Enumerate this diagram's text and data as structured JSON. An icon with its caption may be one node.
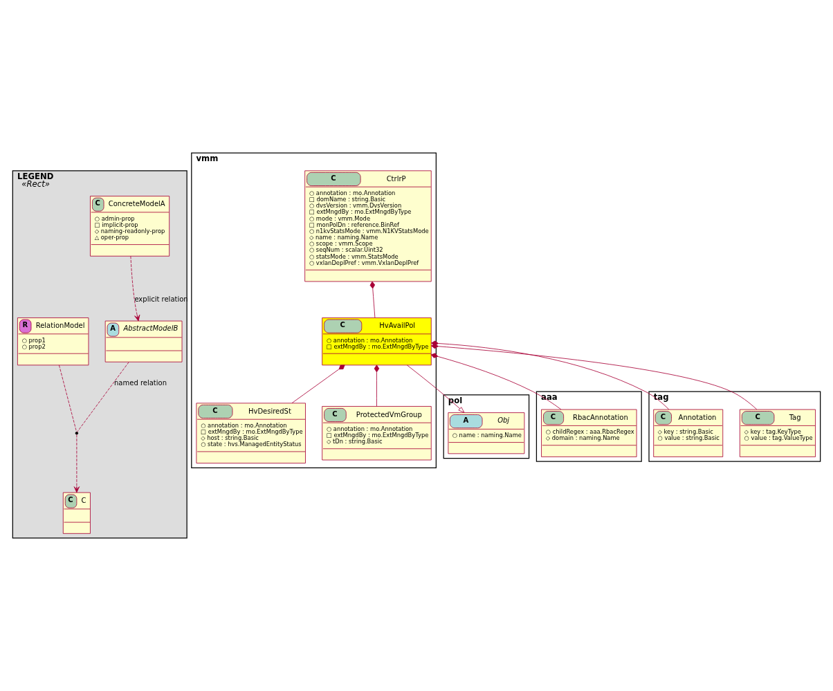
{
  "diagram": {
    "nodes": [
      {
        "text": [
          "LEGEND",
          "«Rect»"
        ]
      },
      {
        "text": [
          "C",
          "ConcreteModelA",
          "○ admin-prop",
          "□ implicit-prop",
          "◇ naming-readonly-prop",
          "△ oper-prop"
        ],
        "in": 0
      },
      {
        "text": [
          "A",
          "AbstractModelB"
        ],
        "in": 0
      },
      {
        "text": [
          "R",
          "RelationModel",
          "○ prop1",
          "○ prop2"
        ],
        "in": 0
      },
      {
        "text": [],
        "shape": "point",
        "in": 0
      },
      {
        "text": [
          "C",
          "C"
        ],
        "in": 0
      },
      {
        "text": [
          "vmm"
        ]
      },
      {
        "text": [
          "C",
          "CtrlrP",
          "○ annotation : mo.Annotation",
          "□ domName : string.Basic",
          "○ dvsVersion : vmm.DvsVersion",
          "□ extMngdBy : mo.ExtMngdByType",
          "○ mode : vmm.Mode",
          "□ monPolDn : reference.BinRef",
          "○ n1kvStatsMode : vmm.N1KVStatsMode",
          "◇ name : naming.Name",
          "○ scope : vmm.Scope",
          "○ seqNum : scalar.Uint32",
          "○ statsMode : vmm.StatsMode",
          "○ vxlanDeplPref : vmm.VxlanDeplPref"
        ],
        "in": 6
      },
      {
        "text": [
          "C",
          "HvAvailPol",
          "○ annotation : mo.Annotation",
          "□ extMngdBy : mo.ExtMngdByType"
        ],
        "in": 6
      },
      {
        "text": [
          "C",
          "HvDesiredSt",
          "○ annotation : mo.Annotation",
          "□ extMngdBy : mo.ExtMngdByType",
          "◇ host : string.Basic",
          "○ state : hvs.ManagedEntityStatus"
        ],
        "in": 6
      },
      {
        "text": [
          "C",
          "ProtectedVmGroup",
          "○ annotation : mo.Annotation",
          "□ extMngdBy : mo.ExtMngdByType",
          "◇ tDn : string.Basic"
        ],
        "in": 6
      },
      {
        "text": [
          "pol"
        ]
      },
      {
        "text": [
          "A",
          "Obj",
          "○ name : naming.Name"
        ],
        "in": 11
      },
      {
        "text": [
          "aaa"
        ]
      },
      {
        "text": [
          "C",
          "RbacAnnotation",
          "○ childRegex : aaa.RbacRegex",
          "◇ domain : naming.Name"
        ],
        "in": 13
      },
      {
        "text": [
          "tag"
        ]
      },
      {
        "text": [
          "C",
          "Annotation",
          "◇ key : string.Basic",
          "○ value : string.Basic"
        ],
        "in": 15
      },
      {
        "text": [
          "C",
          "Tag",
          "◇ key : tag.KeyType",
          "○ value : tag.ValueType"
        ],
        "in": 15
      }
    ],
    "edges": [
      {
        "from": 1,
        "to": 2,
        "arrow": "to",
        "style": "dashed",
        "label": "explicit relation"
      },
      {
        "from": 2,
        "to": 4,
        "arrow": "none",
        "style": "dashed",
        "label": "named relation"
      },
      {
        "from": 4,
        "to": 5,
        "arrow": "to",
        "style": "dashed"
      },
      {
        "from": 3,
        "to": 4,
        "arrow": "none",
        "style": "dashed"
      },
      {
        "from": 7,
        "to": 8,
        "arrow": "other"
      },
      {
        "from": 8,
        "to": 12,
        "arrow": "to"
      },
      {
        "from": 8,
        "to": 9,
        "arrow": "other"
      },
      {
        "from": 8,
        "to": 10,
        "arrow": "other"
      },
      {
        "from": 8,
        "to": 14,
        "arrow": "other"
      },
      {
        "from": 8,
        "to": 16,
        "arrow": "other"
      },
      {
        "from": 8,
        "to": 17,
        "arrow": "other"
      }
    ]
  }
}
